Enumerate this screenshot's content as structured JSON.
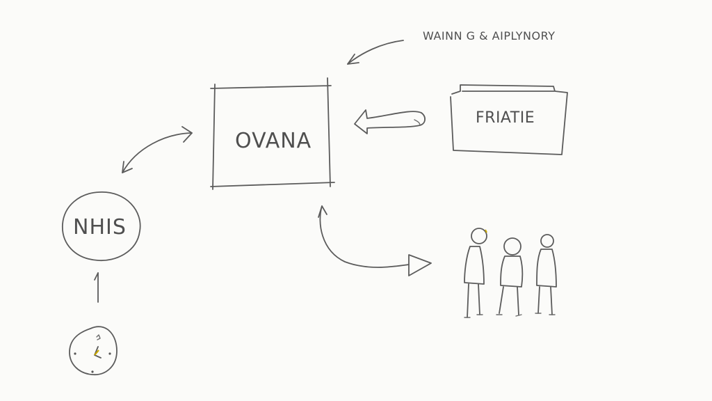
{
  "nodes": {
    "main_box": {
      "label": "OVANA"
    },
    "folder": {
      "label": "FRIATIE"
    },
    "circle": {
      "label": "NHIS"
    }
  },
  "annotation": {
    "text": "WAINN G & AIPLYNORY"
  },
  "colors": {
    "ink": "#5b5b5b",
    "paper": "#fbfbf9",
    "accent": "#c8a800"
  },
  "icons": [
    "clock-icon",
    "people-group-icon",
    "folder-icon"
  ]
}
